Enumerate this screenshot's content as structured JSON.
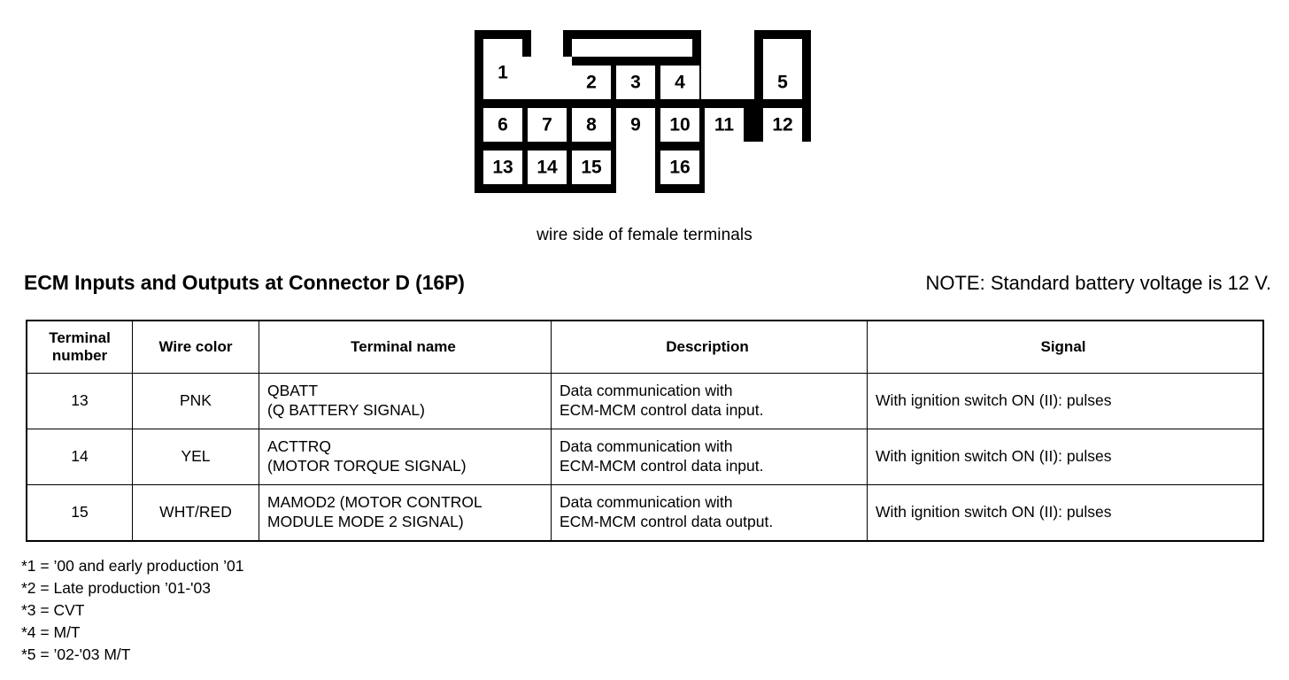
{
  "connector": {
    "caption": "wire side of female terminals",
    "terminals": [
      {
        "id": "1",
        "col": 0,
        "row": 0
      },
      {
        "id": "2",
        "col": 2,
        "row": 0
      },
      {
        "id": "3",
        "col": 3,
        "row": 0
      },
      {
        "id": "4",
        "col": 4,
        "row": 0
      },
      {
        "id": "5",
        "col": 6,
        "row": 0
      },
      {
        "id": "6",
        "col": 0,
        "row": 1
      },
      {
        "id": "7",
        "col": 1,
        "row": 1
      },
      {
        "id": "8",
        "col": 2,
        "row": 1
      },
      {
        "id": "9",
        "col": 3,
        "row": 1
      },
      {
        "id": "10",
        "col": 4,
        "row": 1
      },
      {
        "id": "11",
        "col": 5,
        "row": 1
      },
      {
        "id": "12",
        "col": 6,
        "row": 1
      },
      {
        "id": "13",
        "col": 0,
        "row": 2
      },
      {
        "id": "14",
        "col": 1,
        "row": 2
      },
      {
        "id": "15",
        "col": 2,
        "row": 2
      },
      {
        "id": "16",
        "col": 4,
        "row": 2
      }
    ]
  },
  "heading": {
    "title": "ECM Inputs and Outputs at Connector D (16P)",
    "note": "NOTE: Standard battery voltage is 12 V."
  },
  "table": {
    "columns": [
      "Terminal number",
      "Wire color",
      "Terminal name",
      "Description",
      "Signal"
    ],
    "column_lines": [
      [
        "Terminal",
        "number"
      ],
      [
        "Wire color"
      ],
      [
        "Terminal name"
      ],
      [
        "Description"
      ],
      [
        "Signal"
      ]
    ],
    "rows": [
      {
        "terminal": "13",
        "wire_color": "PNK",
        "terminal_name": [
          "QBATT",
          "(Q BATTERY SIGNAL)"
        ],
        "description": [
          "Data communication with",
          "ECM-MCM control data input."
        ],
        "signal": [
          "With ignition switch ON (II): pulses"
        ]
      },
      {
        "terminal": "14",
        "wire_color": "YEL",
        "terminal_name": [
          "ACTTRQ",
          "(MOTOR TORQUE SIGNAL)"
        ],
        "description": [
          "Data communication with",
          "ECM-MCM control data input."
        ],
        "signal": [
          "With ignition switch ON (II): pulses"
        ]
      },
      {
        "terminal": "15",
        "wire_color": "WHT/RED",
        "terminal_name": [
          "MAMOD2 (MOTOR CONTROL",
          "MODULE MODE 2 SIGNAL)"
        ],
        "description": [
          "Data communication with",
          "ECM-MCM control data output."
        ],
        "signal": [
          "With ignition switch ON (II): pulses"
        ]
      }
    ]
  },
  "footnotes": [
    "*1 = ’00 and early production ’01",
    "*2 = Late production ’01-'03",
    "*3 = CVT",
    "*4 = M/T",
    "*5 = ’02-'03 M/T"
  ]
}
